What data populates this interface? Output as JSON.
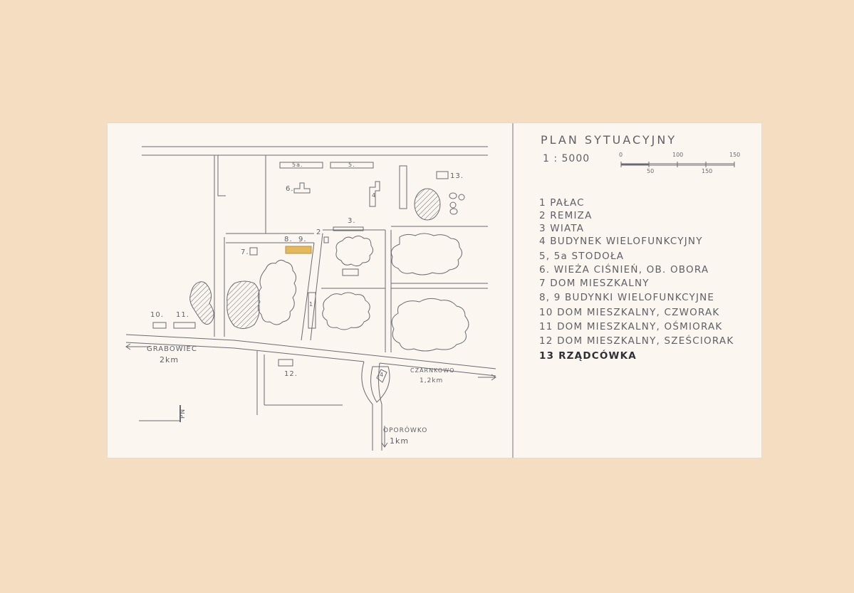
{
  "sheet": {
    "title": "PLAN SYTUACYJNY",
    "scale": "1 : 5000",
    "scale_bar_ticks_top": [
      "0",
      "100",
      "150"
    ],
    "scale_bar_ticks_bottom": [
      "50",
      "150"
    ]
  },
  "legend": [
    {
      "text": "1 PAŁAC"
    },
    {
      "text": "2 REMIZA"
    },
    {
      "text": "3 WIATA"
    },
    {
      "text": "4 BUDYNEK WIELOFUNKCYJNY"
    },
    {
      "text": "5, 5a STODOŁA"
    },
    {
      "text": "6. WIEŻA CIŚNIEŃ, OB. OBORA"
    },
    {
      "text": "7 DOM MIESZKALNY"
    },
    {
      "text": "8, 9 BUDYNKI WIELOFUNKCYJNE"
    },
    {
      "text": "10 DOM MIESZKALNY, CZWORAK"
    },
    {
      "text": "11 DOM MIESZKALNY, OŚMIORAK"
    },
    {
      "text": "12 DOM MIESZKALNY, SZEŚCIORAK"
    },
    {
      "text": "13 RZĄDCÓWKA"
    }
  ],
  "map_labels": {
    "building_1": "1.",
    "building_2": "2.",
    "building_3": "3.",
    "building_4": "4",
    "building_4b": "4",
    "building_5": "5.",
    "building_5a": "5a.",
    "building_6": "6.",
    "building_7": "7.",
    "building_8": "8.",
    "building_9": "9.",
    "building_10": "10.",
    "building_11": "11.",
    "building_12": "12.",
    "building_13": "13."
  },
  "directions": {
    "grabowiec": "GRABOWIEC",
    "grabowiec_dist": "2km",
    "czarnkowo": "CZARNKOWO",
    "czarnkowo_dist": "1,2km",
    "oporowko": "OPORÓWKO",
    "oporowko_dist": "1km",
    "north": "PN"
  },
  "colors": {
    "mount": "#f4ddc1",
    "card": "#fbf7f0",
    "pencil": "#5f5f66",
    "highlight": "#e4b85c"
  }
}
